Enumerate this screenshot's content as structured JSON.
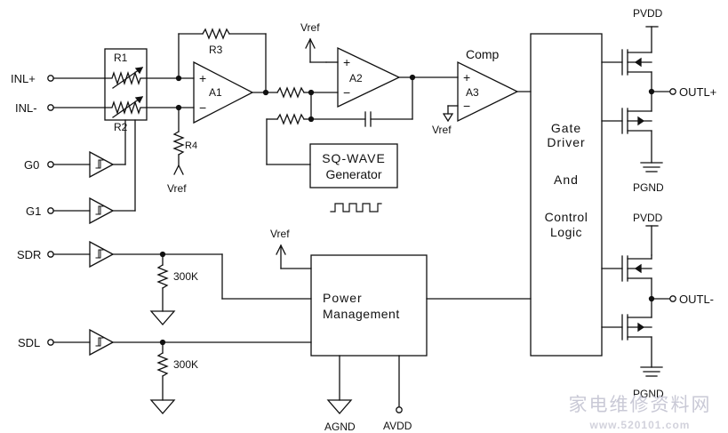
{
  "pins": {
    "inl_plus": "INL+",
    "inl_minus": "INL-",
    "g0": "G0",
    "g1": "G1",
    "sdr": "SDR",
    "sdl": "SDL",
    "outl_plus": "OUTL+",
    "outl_minus": "OUTL-",
    "agnd": "AGND",
    "avdd": "AVDD"
  },
  "components": {
    "r1": "R1",
    "r2": "R2",
    "r3": "R3",
    "r4": "R4",
    "a1": "A1",
    "a2": "A2",
    "a3": "A3",
    "comp": "Comp",
    "res_300k_top": "300K",
    "res_300k_bottom": "300K"
  },
  "supplies": {
    "vref_r4": "Vref",
    "vref_a2": "Vref",
    "vref_a3": "Vref",
    "vref_pm": "Vref",
    "pvdd_top": "PVDD",
    "pgnd_top": "PGND",
    "pvdd_bottom": "PVDD",
    "pgnd_bottom": "PGND"
  },
  "blocks": {
    "sq_wave_line1": "SQ-WAVE",
    "sq_wave_line2": "Generator",
    "power_line1": "Power",
    "power_line2": "Management",
    "gate_line1": "Gate",
    "gate_line2": "Driver",
    "gate_line3": "And",
    "gate_line4": "Control",
    "gate_line5": "Logic"
  },
  "opamp_signs": {
    "plus": "+",
    "minus": "−"
  },
  "watermark": {
    "line1": "家电维修资料网",
    "line2": "www.520101.com"
  }
}
